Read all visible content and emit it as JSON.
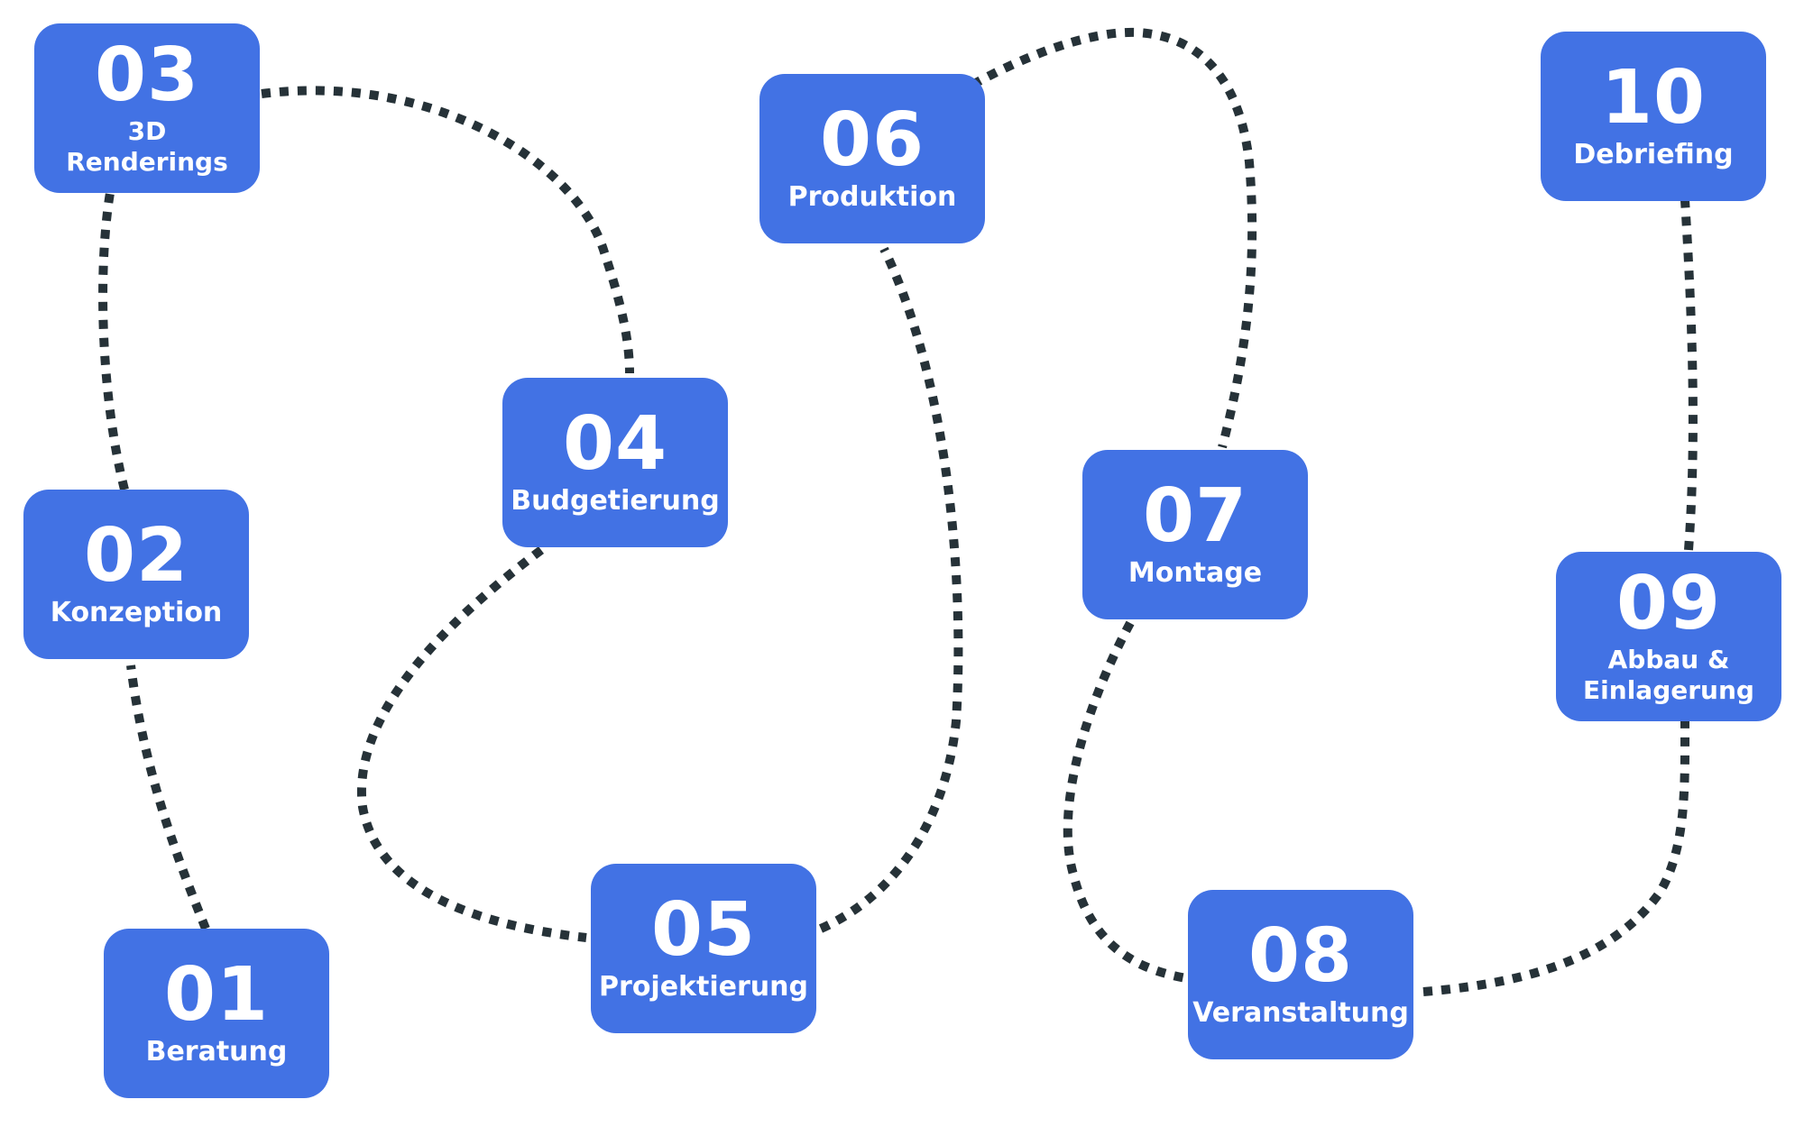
{
  "colors": {
    "box": "#4272e4",
    "text": "#ffffff",
    "connector": "#263238",
    "background": "#ffffff"
  },
  "steps": [
    {
      "number": "01",
      "label": "Beratung"
    },
    {
      "number": "02",
      "label": "Konzeption"
    },
    {
      "number": "03",
      "label": "3D Renderings"
    },
    {
      "number": "04",
      "label": "Budgetierung"
    },
    {
      "number": "05",
      "label": "Projektierung"
    },
    {
      "number": "06",
      "label": "Produktion"
    },
    {
      "number": "07",
      "label": "Montage"
    },
    {
      "number": "08",
      "label": "Veranstaltung"
    },
    {
      "number": "09",
      "label": "Abbau &\nEinlagerung"
    },
    {
      "number": "10",
      "label": "Debriefing"
    }
  ]
}
